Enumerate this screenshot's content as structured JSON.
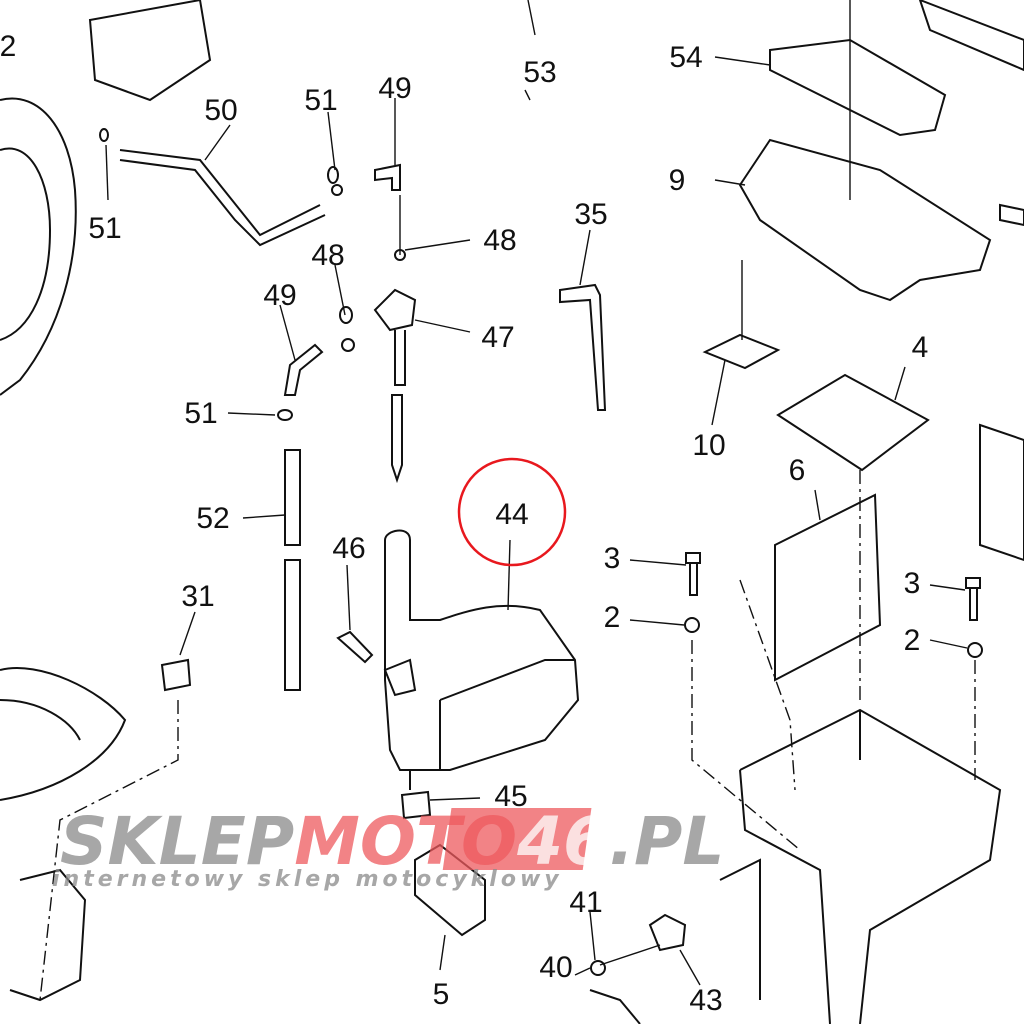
{
  "diagram": {
    "labels": [
      "2",
      "50",
      "51",
      "49",
      "53",
      "54",
      "51",
      "9",
      "48",
      "48",
      "35",
      "49",
      "47",
      "4",
      "51",
      "10",
      "6",
      "44",
      "52",
      "46",
      "3",
      "3",
      "31",
      "2",
      "2",
      "45",
      "41",
      "40",
      "43",
      "5"
    ],
    "highlighted_part": "44",
    "highlight_color": "#e8181e"
  },
  "watermark": {
    "brand_gray": "SKLEP",
    "brand_red": "MOTO",
    "brand_number": "46",
    "brand_tld": ".PL",
    "tagline": "internetowy sklep motocyklowy",
    "gray_color": "#8a8a8a",
    "red_color": "#ee5a5e"
  }
}
